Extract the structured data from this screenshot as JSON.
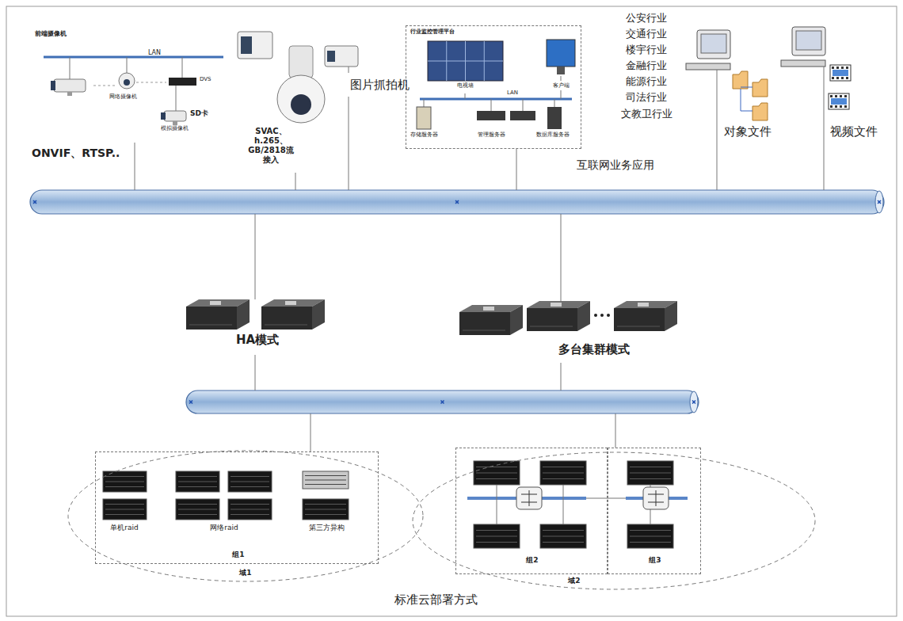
{
  "diagram": {
    "caption": "标准云部署方式",
    "nodes": [
      {
        "text": [
          "前端摄像机"
        ]
      },
      {
        "text": [
          "行业监控管理平台"
        ]
      },
      {
        "text": [
          "HA模式"
        ]
      },
      {
        "text": [
          "多台集群模式"
        ]
      },
      {
        "text": [
          "域1"
        ]
      },
      {
        "text": [
          "组1"
        ],
        "in": 4
      },
      {
        "text": [
          "域2"
        ]
      },
      {
        "text": [
          "组2"
        ],
        "in": 6
      },
      {
        "text": [
          "组3"
        ],
        "in": 6
      }
    ],
    "labels": [
      "LAN",
      "网络摄像机",
      "DVS",
      "SD卡",
      "模拟摄像机",
      "ONVIF、RTSP..",
      "SVAC、 h.265、 GB/2818流 接入",
      "图片抓拍机",
      "LAN",
      "电视墙",
      "客户端",
      "存储服务器",
      "管理服务器",
      "数据库服务器",
      "公安行业",
      "交通行业",
      "楼宇行业",
      "金融行业",
      "能源行业",
      "司法行业",
      "文教卫行业",
      "互联网业务应用",
      "对象文件",
      "视频文件",
      "单机raid",
      "网络raid",
      "第三方异构"
    ]
  }
}
